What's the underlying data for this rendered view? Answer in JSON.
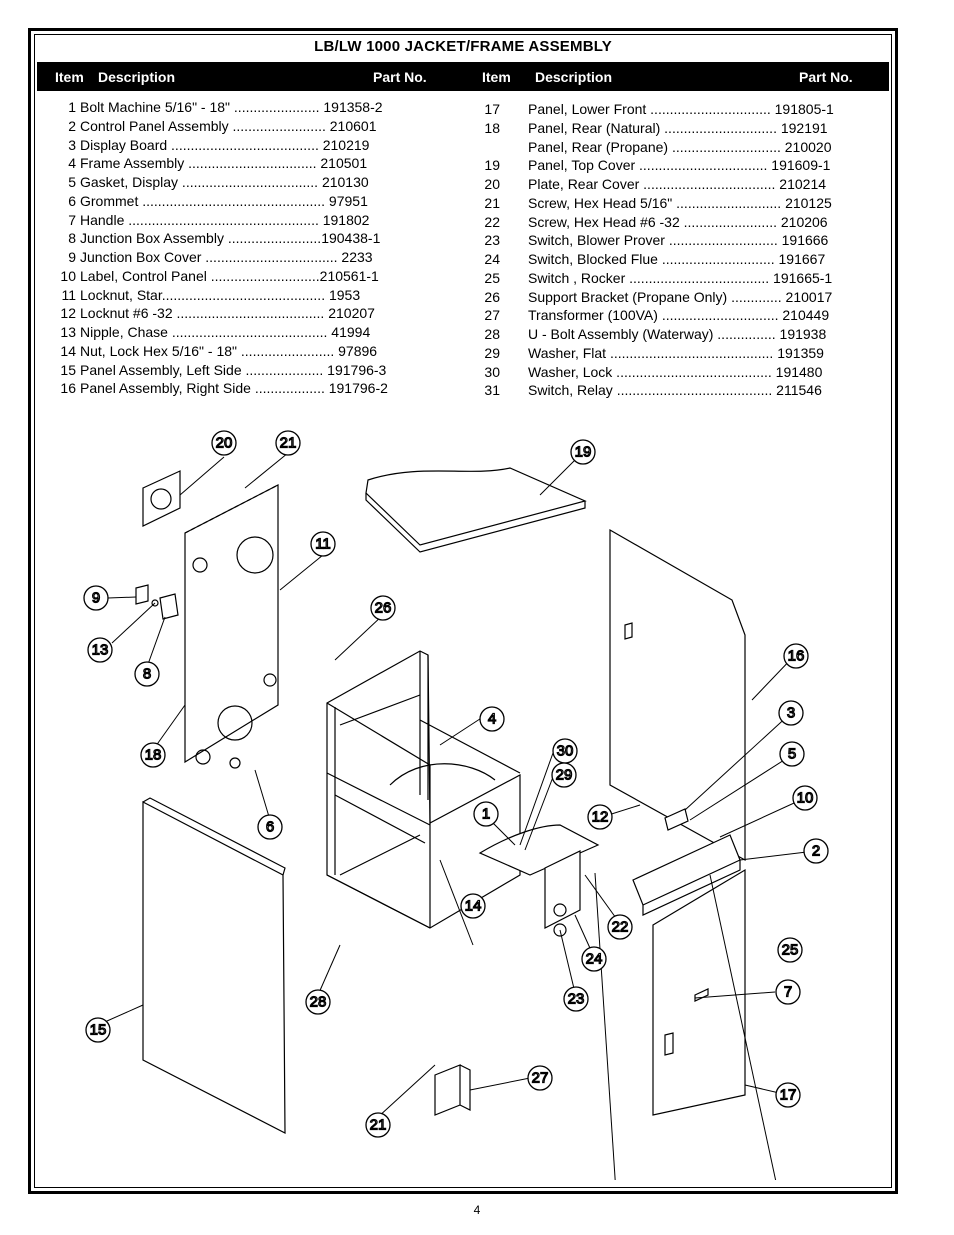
{
  "title": "LB/LW 1000 JACKET/FRAME ASSEMBLY",
  "headers": {
    "item": "Item",
    "description": "Description",
    "part_no": "Part No."
  },
  "parts_left": [
    {
      "item": "1",
      "text": "Bolt Machine 5/16\" - 18\" ...................... 191358-2"
    },
    {
      "item": "2",
      "text": "Control Panel Assembly ........................ 210601"
    },
    {
      "item": "3",
      "text": "Display Board ...................................... 210219"
    },
    {
      "item": "4",
      "text": "Frame Assembly ................................. 210501"
    },
    {
      "item": "5",
      "text": "Gasket, Display ................................... 210130"
    },
    {
      "item": "6",
      "text": "Grommet ............................................... 97951"
    },
    {
      "item": "7",
      "text": "Handle ................................................. 191802"
    },
    {
      "item": "8",
      "text": "Junction Box Assembly ........................190438-1"
    },
    {
      "item": "9",
      "text": "Junction Box Cover .................................. 2233"
    },
    {
      "item": "10",
      "text": "Label, Control Panel ............................210561-1"
    },
    {
      "item": "11",
      "text": "Locknut, Star.......................................... 1953"
    },
    {
      "item": "12",
      "text": "Locknut #6 -32 ...................................... 210207"
    },
    {
      "item": "13",
      "text": "Nipple, Chase ........................................ 41994"
    },
    {
      "item": "14",
      "text": "Nut, Lock Hex 5/16\" - 18\" ........................ 97896"
    },
    {
      "item": "15",
      "text": "Panel Assembly, Left Side .................... 191796-3"
    },
    {
      "item": "16",
      "text": "Panel Assembly, Right Side .................. 191796-2"
    }
  ],
  "parts_right": [
    {
      "item": "17",
      "text": "Panel, Lower Front ............................... 191805-1"
    },
    {
      "item": "18",
      "text": "Panel, Rear (Natural) ............................. 192191"
    },
    {
      "item": "",
      "text": "Panel, Rear (Propane) ............................ 210020"
    },
    {
      "item": "19",
      "text": "Panel, Top Cover ................................. 191609-1"
    },
    {
      "item": "20",
      "text": "Plate, Rear Cover .................................. 210214"
    },
    {
      "item": "21",
      "text": "Screw, Hex Head 5/16\" ........................... 210125"
    },
    {
      "item": "22",
      "text": "Screw, Hex Head #6 -32 ........................ 210206"
    },
    {
      "item": "23",
      "text": "Switch, Blower Prover ............................ 191666"
    },
    {
      "item": "24",
      "text": "Switch, Blocked Flue ............................. 191667"
    },
    {
      "item": "25",
      "text": "Switch , Rocker .................................... 191665-1"
    },
    {
      "item": "26",
      "text": "Support Bracket (Propane Only) ............. 210017"
    },
    {
      "item": "27",
      "text": "Transformer (100VA) .............................. 210449"
    },
    {
      "item": "28",
      "text": "U - Bolt Assembly (Waterway) ............... 191938"
    },
    {
      "item": "29",
      "text": "Washer, Flat .......................................... 191359"
    },
    {
      "item": "30",
      "text": "Washer, Lock ........................................ 191480"
    },
    {
      "item": "31",
      "text": "Switch, Relay ........................................ 211546"
    }
  ],
  "callouts": {
    "c1": "1",
    "c2": "2",
    "c3": "3",
    "c4": "4",
    "c5": "5",
    "c6": "6",
    "c7": "7",
    "c8": "8",
    "c9": "9",
    "c10": "10",
    "c11": "11",
    "c12": "12",
    "c13": "13",
    "c14": "14",
    "c15": "15",
    "c16": "16",
    "c17": "17",
    "c18": "18",
    "c19": "19",
    "c20": "20",
    "c21a": "21",
    "c21b": "21",
    "c22": "22",
    "c23": "23",
    "c24": "24",
    "c25": "25",
    "c26": "26",
    "c27": "27",
    "c28": "28",
    "c29": "29",
    "c30": "30"
  },
  "page_number": "4"
}
